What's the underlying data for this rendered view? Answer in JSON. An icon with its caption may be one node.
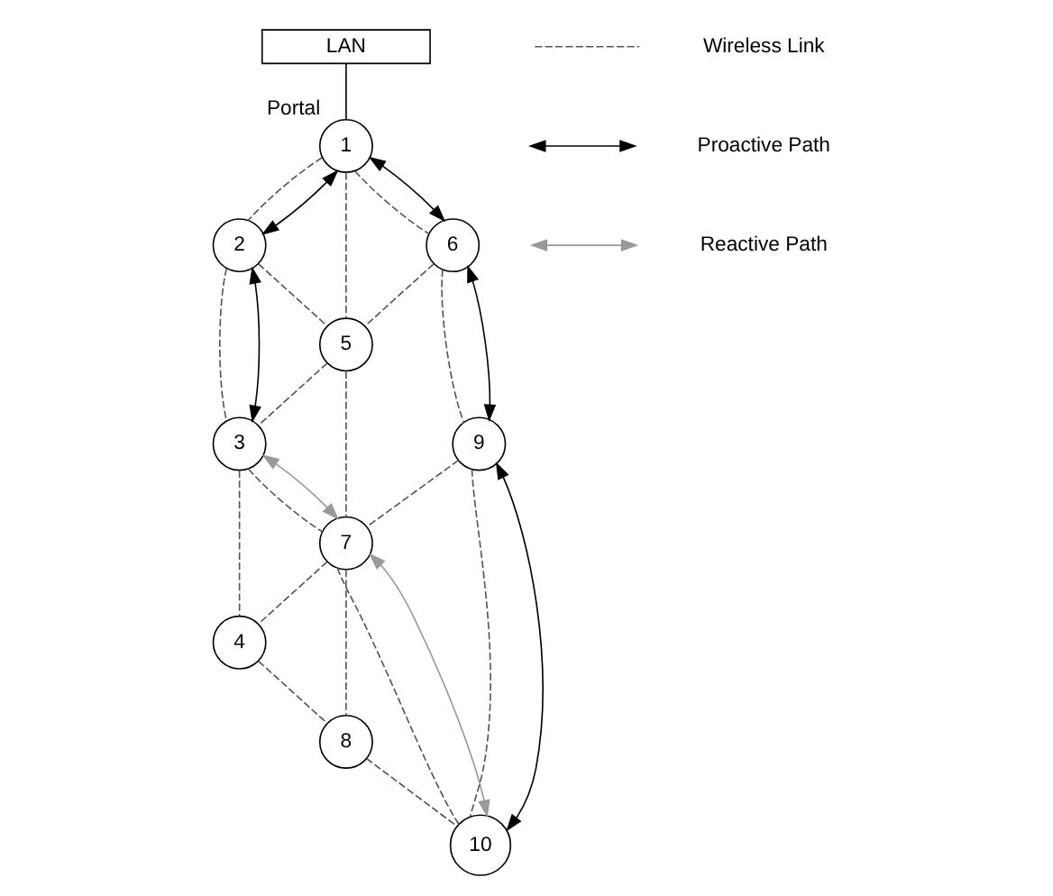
{
  "diagram": {
    "nodes": [
      {
        "text": [
          "LAN"
        ]
      },
      {
        "text": [
          "1"
        ],
        "beside": [
          "Portal"
        ]
      },
      {
        "text": [
          "2"
        ]
      },
      {
        "text": [
          "3"
        ]
      },
      {
        "text": [
          "4"
        ]
      },
      {
        "text": [
          "5"
        ]
      },
      {
        "text": [
          "6"
        ]
      },
      {
        "text": [
          "7"
        ]
      },
      {
        "text": [
          "8"
        ]
      },
      {
        "text": [
          "9"
        ]
      },
      {
        "text": [
          "10"
        ]
      }
    ],
    "edges": [
      {
        "from": 0,
        "to": 1,
        "arrow": "none"
      },
      {
        "from": 1,
        "to": 2,
        "arrow": "none",
        "style": "dashed"
      },
      {
        "from": 1,
        "to": 5,
        "arrow": "none",
        "style": "dashed"
      },
      {
        "from": 1,
        "to": 6,
        "arrow": "none",
        "style": "dashed"
      },
      {
        "from": 2,
        "to": 5,
        "arrow": "none",
        "style": "dashed"
      },
      {
        "from": 2,
        "to": 3,
        "arrow": "none",
        "style": "dashed"
      },
      {
        "from": 6,
        "to": 5,
        "arrow": "none",
        "style": "dashed"
      },
      {
        "from": 6,
        "to": 9,
        "arrow": "none",
        "style": "dashed"
      },
      {
        "from": 5,
        "to": 3,
        "arrow": "none",
        "style": "dashed"
      },
      {
        "from": 5,
        "to": 7,
        "arrow": "none",
        "style": "dashed"
      },
      {
        "from": 3,
        "to": 7,
        "arrow": "none",
        "style": "dashed"
      },
      {
        "from": 3,
        "to": 4,
        "arrow": "none",
        "style": "dashed"
      },
      {
        "from": 9,
        "to": 7,
        "arrow": "none",
        "style": "dashed"
      },
      {
        "from": 9,
        "to": 10,
        "arrow": "none",
        "style": "dashed"
      },
      {
        "from": 7,
        "to": 10,
        "arrow": "none",
        "style": "dashed"
      },
      {
        "from": 7,
        "to": 4,
        "arrow": "none",
        "style": "dashed"
      },
      {
        "from": 7,
        "to": 8,
        "arrow": "none",
        "style": "dashed"
      },
      {
        "from": 4,
        "to": 8,
        "arrow": "none",
        "style": "dashed"
      },
      {
        "from": 8,
        "to": 10,
        "arrow": "none",
        "style": "dashed"
      },
      {
        "from": 1,
        "to": 2,
        "arrow": "both"
      },
      {
        "from": 1,
        "to": 6,
        "arrow": "both"
      },
      {
        "from": 2,
        "to": 3,
        "arrow": "both"
      },
      {
        "from": 6,
        "to": 9,
        "arrow": "both"
      },
      {
        "from": 9,
        "to": 10,
        "arrow": "both"
      },
      {
        "from": 3,
        "to": 7,
        "arrow": "both",
        "color": "#999999"
      },
      {
        "from": 7,
        "to": 10,
        "arrow": "both",
        "color": "#999999"
      }
    ],
    "legend": [
      {
        "text": "Wireless Link"
      },
      {
        "text": "Proactive Path"
      },
      {
        "text": "Reactive Path"
      }
    ]
  }
}
